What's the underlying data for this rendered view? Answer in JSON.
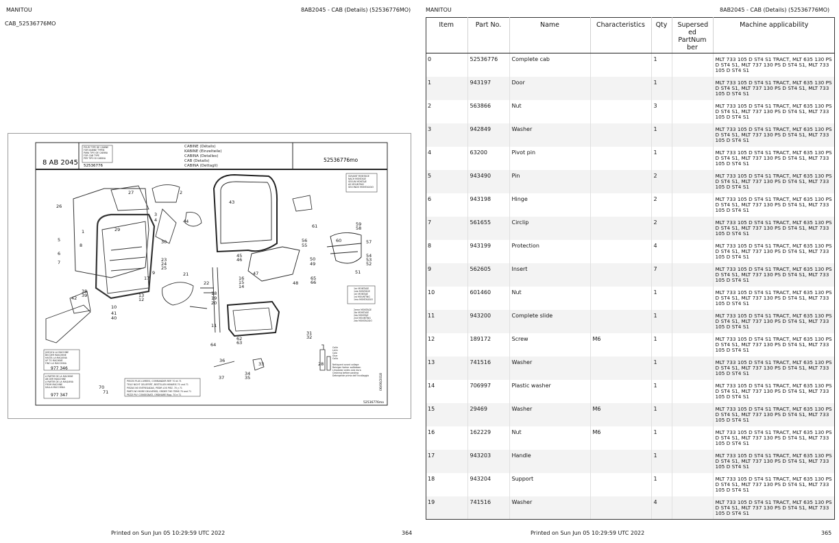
{
  "left_page": {
    "brand": "MANITOU",
    "header_title": "8AB2045 - CAB (Details) (52536776MO)",
    "doc_id": "CAB_52536776MO",
    "footer_printed": "Printed on  Sun Jun 05 10:29:59 UTC 2022",
    "page_number": "364",
    "drawing": {
      "group_code": "8 AB 2045",
      "type_box": [
        "POUR TYPE DE CABINE",
        "FUR KABINE TYPEN",
        "PARA TIPO DE CABINA",
        "FOR CAB TYPE",
        "PER TIPO DI CABINA"
      ],
      "type_ref": "52536776",
      "titles": [
        "CABINE (Détails)",
        "KABINE (Einzelteile)",
        "CABINA (Detalles)",
        "CAB (Details)",
        "CABINA (Dettagli)"
      ],
      "ref_number": "52536776mo",
      "mount_box": [
        "SUIVANT MONTAGE",
        "NACH MONTAGE",
        "SEGUN MONTAJE",
        "AS MOUNTING",
        "SECONDO MONTAGGIO"
      ],
      "first_mount": [
        "1er MONTAGE",
        "1ste MONTAGE",
        "1er MONTAJE",
        "1st MOUNTING",
        "1mo MONTAGGIO"
      ],
      "second_mount": [
        "2eme MONTAGE",
        "2te MONTAGE",
        "2do MONTAJE",
        "2nd MOUNTING",
        "2do MONTAGGIO"
      ],
      "machine_upto": [
        "JUSQU'A LA MACHINE",
        "BIS DER MASCHINE",
        "HASTA LA MAQUINA",
        "UP TO MACHINE",
        "FINO LA MACCHINA"
      ],
      "machine_upto_num": "977 346",
      "machine_from": [
        "A PARTIR DE LA MACHINE",
        "AB DER MASCHINE",
        "A PARTIR DE LA MAQUINA",
        "FROM MACHINE",
        "DALLA MACCHINA"
      ],
      "machine_from_num": "977 347",
      "glue_labels": [
        "Colle",
        "Leim",
        "Cola",
        "Glue",
        "Colla"
      ],
      "clean_labels": [
        "Nettoyant avant collage",
        "Reiniger Vorher aufkleben",
        "Limpiador antes cola dura",
        "Cleaning before pasting",
        "Detergente prima dell'incollaggio"
      ],
      "order_note": [
        "PIECES PLUS LIVREES, COMMANDER REP. 70 et 71",
        "TEILE NICHT GELIEFERT, BESTELLEN HINWEIS 70 und 71",
        "PIEZAS NO ENTREGADAS, PEDIR LOS PIEZ. 70 y 71",
        "PARTS NO MORE DELIVERED, ORDER THE ITEMS 70 and 71",
        "PEZZI PIU' CONSEGNATI, ORDINARE Ripp. 70 e 71"
      ],
      "date_stamp": "06/06/2018",
      "bottom_ref": "52536776mo",
      "callouts": [
        "1",
        "2",
        "3",
        "4",
        "5",
        "6",
        "7",
        "8",
        "9",
        "10",
        "11",
        "12",
        "13",
        "14",
        "15",
        "16",
        "17",
        "18",
        "19",
        "20",
        "21",
        "22",
        "23",
        "24",
        "25",
        "26",
        "27",
        "28",
        "29",
        "30",
        "31",
        "32",
        "33",
        "34",
        "35",
        "36",
        "37",
        "38",
        "39",
        "40",
        "41",
        "42",
        "43",
        "44",
        "45",
        "46",
        "47",
        "48",
        "49",
        "50",
        "51",
        "52",
        "53",
        "54",
        "55",
        "56",
        "57",
        "58",
        "59",
        "60",
        "61",
        "62",
        "63",
        "64",
        "65",
        "66",
        "70",
        "71"
      ]
    }
  },
  "right_page": {
    "brand": "MANITOU",
    "header_title": "8AB2045 - CAB (Details) (52536776MO)",
    "footer_printed": "Printed on  Sun Jun 05 10:29:59 UTC 2022",
    "page_number": "365",
    "table": {
      "headers": {
        "item": "Item",
        "part_no": "Part No.",
        "name": "Name",
        "characteristics": "Characteristics",
        "qty": "Qty",
        "superseded": "Supersed ed PartNum ber",
        "applicability": "Machine applicability"
      },
      "rows": [
        {
          "item": "0",
          "part_no": "52536776",
          "name": "Complete cab",
          "characteristics": "",
          "qty": "1",
          "superseded": "",
          "applicability": "MLT 733 105 D ST4 S1 TRACT, MLT 635 130 PS D ST4 S1, MLT 737 130 PS D ST4 S1, MLT 733 105 D ST4 S1"
        },
        {
          "item": "1",
          "part_no": "943197",
          "name": "Door",
          "characteristics": "",
          "qty": "1",
          "superseded": "",
          "applicability": "MLT 733 105 D ST4 S1 TRACT, MLT 635 130 PS D ST4 S1, MLT 737 130 PS D ST4 S1, MLT 733 105 D ST4 S1"
        },
        {
          "item": "2",
          "part_no": "563866",
          "name": "Nut",
          "characteristics": "",
          "qty": "3",
          "superseded": "",
          "applicability": "MLT 733 105 D ST4 S1 TRACT, MLT 635 130 PS D ST4 S1, MLT 737 130 PS D ST4 S1, MLT 733 105 D ST4 S1"
        },
        {
          "item": "3",
          "part_no": "942849",
          "name": "Washer",
          "characteristics": "",
          "qty": "1",
          "superseded": "",
          "applicability": "MLT 733 105 D ST4 S1 TRACT, MLT 635 130 PS D ST4 S1, MLT 737 130 PS D ST4 S1, MLT 733 105 D ST4 S1"
        },
        {
          "item": "4",
          "part_no": "63200",
          "name": "Pivot pin",
          "characteristics": "",
          "qty": "1",
          "superseded": "",
          "applicability": "MLT 733 105 D ST4 S1 TRACT, MLT 635 130 PS D ST4 S1, MLT 737 130 PS D ST4 S1, MLT 733 105 D ST4 S1"
        },
        {
          "item": "5",
          "part_no": "943490",
          "name": "Pin",
          "characteristics": "",
          "qty": "2",
          "superseded": "",
          "applicability": "MLT 733 105 D ST4 S1 TRACT, MLT 635 130 PS D ST4 S1, MLT 737 130 PS D ST4 S1, MLT 733 105 D ST4 S1"
        },
        {
          "item": "6",
          "part_no": "943198",
          "name": "Hinge",
          "characteristics": "",
          "qty": "2",
          "superseded": "",
          "applicability": "MLT 733 105 D ST4 S1 TRACT, MLT 635 130 PS D ST4 S1, MLT 737 130 PS D ST4 S1, MLT 733 105 D ST4 S1"
        },
        {
          "item": "7",
          "part_no": "561655",
          "name": "Circlip",
          "characteristics": "",
          "qty": "2",
          "superseded": "",
          "applicability": "MLT 733 105 D ST4 S1 TRACT, MLT 635 130 PS D ST4 S1, MLT 737 130 PS D ST4 S1, MLT 733 105 D ST4 S1"
        },
        {
          "item": "8",
          "part_no": "943199",
          "name": "Protection",
          "characteristics": "",
          "qty": "4",
          "superseded": "",
          "applicability": "MLT 733 105 D ST4 S1 TRACT, MLT 635 130 PS D ST4 S1, MLT 737 130 PS D ST4 S1, MLT 733 105 D ST4 S1"
        },
        {
          "item": "9",
          "part_no": "562605",
          "name": "Insert",
          "characteristics": "",
          "qty": "7",
          "superseded": "",
          "applicability": "MLT 733 105 D ST4 S1 TRACT, MLT 635 130 PS D ST4 S1, MLT 737 130 PS D ST4 S1, MLT 733 105 D ST4 S1"
        },
        {
          "item": "10",
          "part_no": "601460",
          "name": "Nut",
          "characteristics": "",
          "qty": "1",
          "superseded": "",
          "applicability": "MLT 733 105 D ST4 S1 TRACT, MLT 635 130 PS D ST4 S1, MLT 737 130 PS D ST4 S1, MLT 733 105 D ST4 S1"
        },
        {
          "item": "11",
          "part_no": "943200",
          "name": "Complete slide",
          "characteristics": "",
          "qty": "1",
          "superseded": "",
          "applicability": "MLT 733 105 D ST4 S1 TRACT, MLT 635 130 PS D ST4 S1, MLT 737 130 PS D ST4 S1, MLT 733 105 D ST4 S1"
        },
        {
          "item": "12",
          "part_no": "189172",
          "name": "Screw",
          "characteristics": "M6",
          "qty": "1",
          "superseded": "",
          "applicability": "MLT 733 105 D ST4 S1 TRACT, MLT 635 130 PS D ST4 S1, MLT 737 130 PS D ST4 S1, MLT 733 105 D ST4 S1"
        },
        {
          "item": "13",
          "part_no": "741516",
          "name": "Washer",
          "characteristics": "",
          "qty": "1",
          "superseded": "",
          "applicability": "MLT 733 105 D ST4 S1 TRACT, MLT 635 130 PS D ST4 S1, MLT 737 130 PS D ST4 S1, MLT 733 105 D ST4 S1"
        },
        {
          "item": "14",
          "part_no": "706997",
          "name": "Plastic washer",
          "characteristics": "",
          "qty": "1",
          "superseded": "",
          "applicability": "MLT 733 105 D ST4 S1 TRACT, MLT 635 130 PS D ST4 S1, MLT 737 130 PS D ST4 S1, MLT 733 105 D ST4 S1"
        },
        {
          "item": "15",
          "part_no": "29469",
          "name": "Washer",
          "characteristics": "M6",
          "qty": "1",
          "superseded": "",
          "applicability": "MLT 733 105 D ST4 S1 TRACT, MLT 635 130 PS D ST4 S1, MLT 737 130 PS D ST4 S1, MLT 733 105 D ST4 S1"
        },
        {
          "item": "16",
          "part_no": "162229",
          "name": "Nut",
          "characteristics": "M6",
          "qty": "1",
          "superseded": "",
          "applicability": "MLT 733 105 D ST4 S1 TRACT, MLT 635 130 PS D ST4 S1, MLT 737 130 PS D ST4 S1, MLT 733 105 D ST4 S1"
        },
        {
          "item": "17",
          "part_no": "943203",
          "name": "Handle",
          "characteristics": "",
          "qty": "1",
          "superseded": "",
          "applicability": "MLT 733 105 D ST4 S1 TRACT, MLT 635 130 PS D ST4 S1, MLT 737 130 PS D ST4 S1, MLT 733 105 D ST4 S1"
        },
        {
          "item": "18",
          "part_no": "943204",
          "name": "Support",
          "characteristics": "",
          "qty": "1",
          "superseded": "",
          "applicability": "MLT 733 105 D ST4 S1 TRACT, MLT 635 130 PS D ST4 S1, MLT 737 130 PS D ST4 S1, MLT 733 105 D ST4 S1"
        },
        {
          "item": "19",
          "part_no": "741516",
          "name": "Washer",
          "characteristics": "",
          "qty": "4",
          "superseded": "",
          "applicability": "MLT 733 105 D ST4 S1 TRACT, MLT 635 130 PS D ST4 S1, MLT 737 130 PS D ST4 S1, MLT 733 105 D ST4 S1"
        }
      ]
    }
  }
}
